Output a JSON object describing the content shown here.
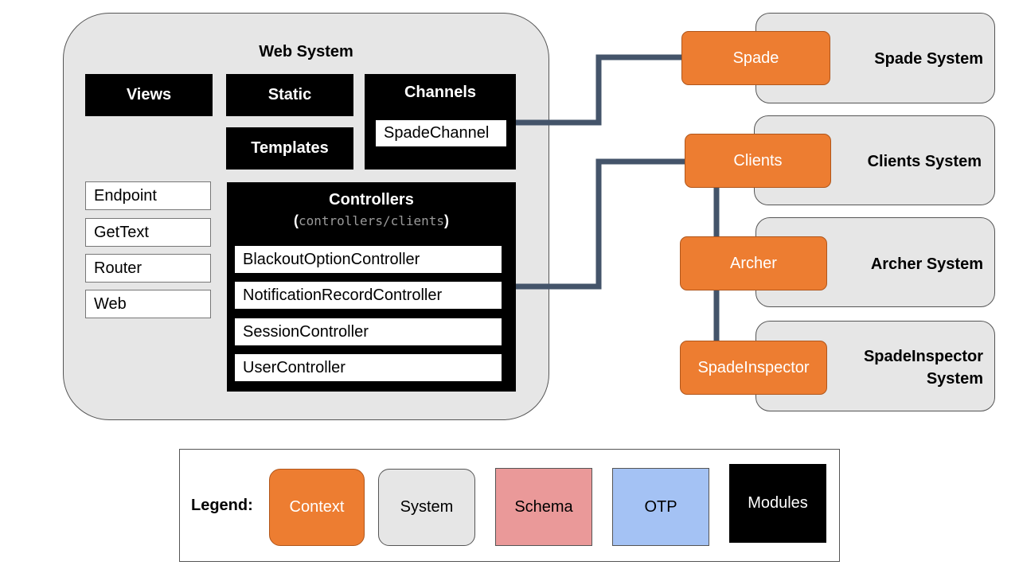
{
  "web_system": {
    "title": "Web System",
    "modules": {
      "views": "Views",
      "static": "Static",
      "templates": "Templates",
      "channels": "Channels",
      "spade_channel": "SpadeChannel"
    },
    "plain_modules": [
      "Endpoint",
      "GetText",
      "Router",
      "Web"
    ],
    "controllers": {
      "title": "Controllers",
      "paren_open": "(",
      "path": "controllers/clients",
      "paren_close": ")",
      "items": [
        "BlackoutOptionController",
        "NotificationRecordController",
        "SessionController",
        "UserController"
      ]
    }
  },
  "systems": [
    {
      "context": "Spade",
      "label": "Spade System"
    },
    {
      "context": "Clients",
      "label": "Clients System"
    },
    {
      "context": "Archer",
      "label": "Archer System"
    },
    {
      "context": "SpadeInspector",
      "label_line1": "SpadeInspector",
      "label_line2": "System"
    }
  ],
  "legend": {
    "label": "Legend:",
    "items": [
      {
        "label": "Context",
        "color": "#ed7d31"
      },
      {
        "label": "System",
        "color": "#e6e6e6"
      },
      {
        "label": "Schema",
        "color": "#ea9999"
      },
      {
        "label": "OTP",
        "color": "#a4c2f4"
      },
      {
        "label": "Modules",
        "color": "#000000"
      }
    ]
  },
  "colors": {
    "connector": "#44546a",
    "context": "#ed7d31",
    "system": "#e6e6e6",
    "module": "#000000"
  }
}
